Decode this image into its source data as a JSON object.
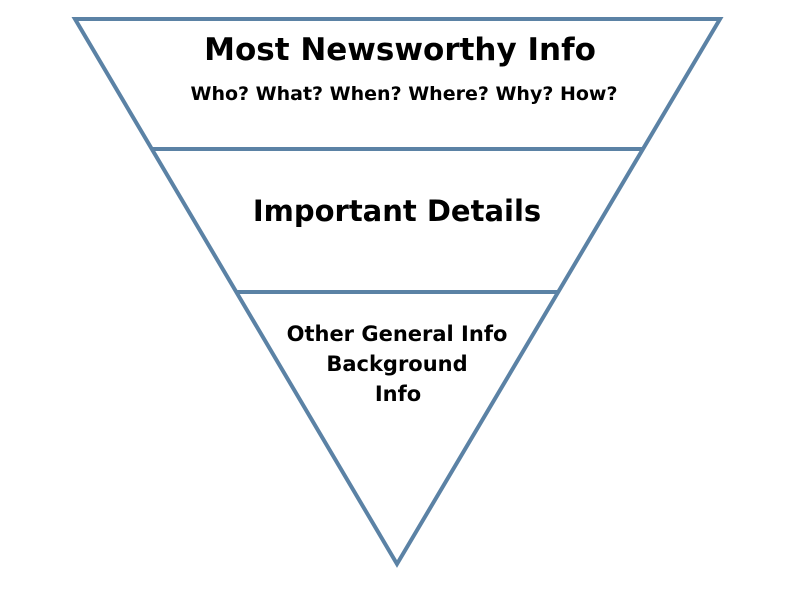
{
  "diagram": {
    "outline_color": "#5b82a5",
    "text_color": "#000000",
    "tiers": [
      {
        "title": "Most Newsworthy Info",
        "subtitle": "Who? What? When? Where? Why? How?"
      },
      {
        "title": "Important Details"
      },
      {
        "lines": [
          "Other General Info",
          "Background",
          "Info"
        ]
      }
    ]
  }
}
